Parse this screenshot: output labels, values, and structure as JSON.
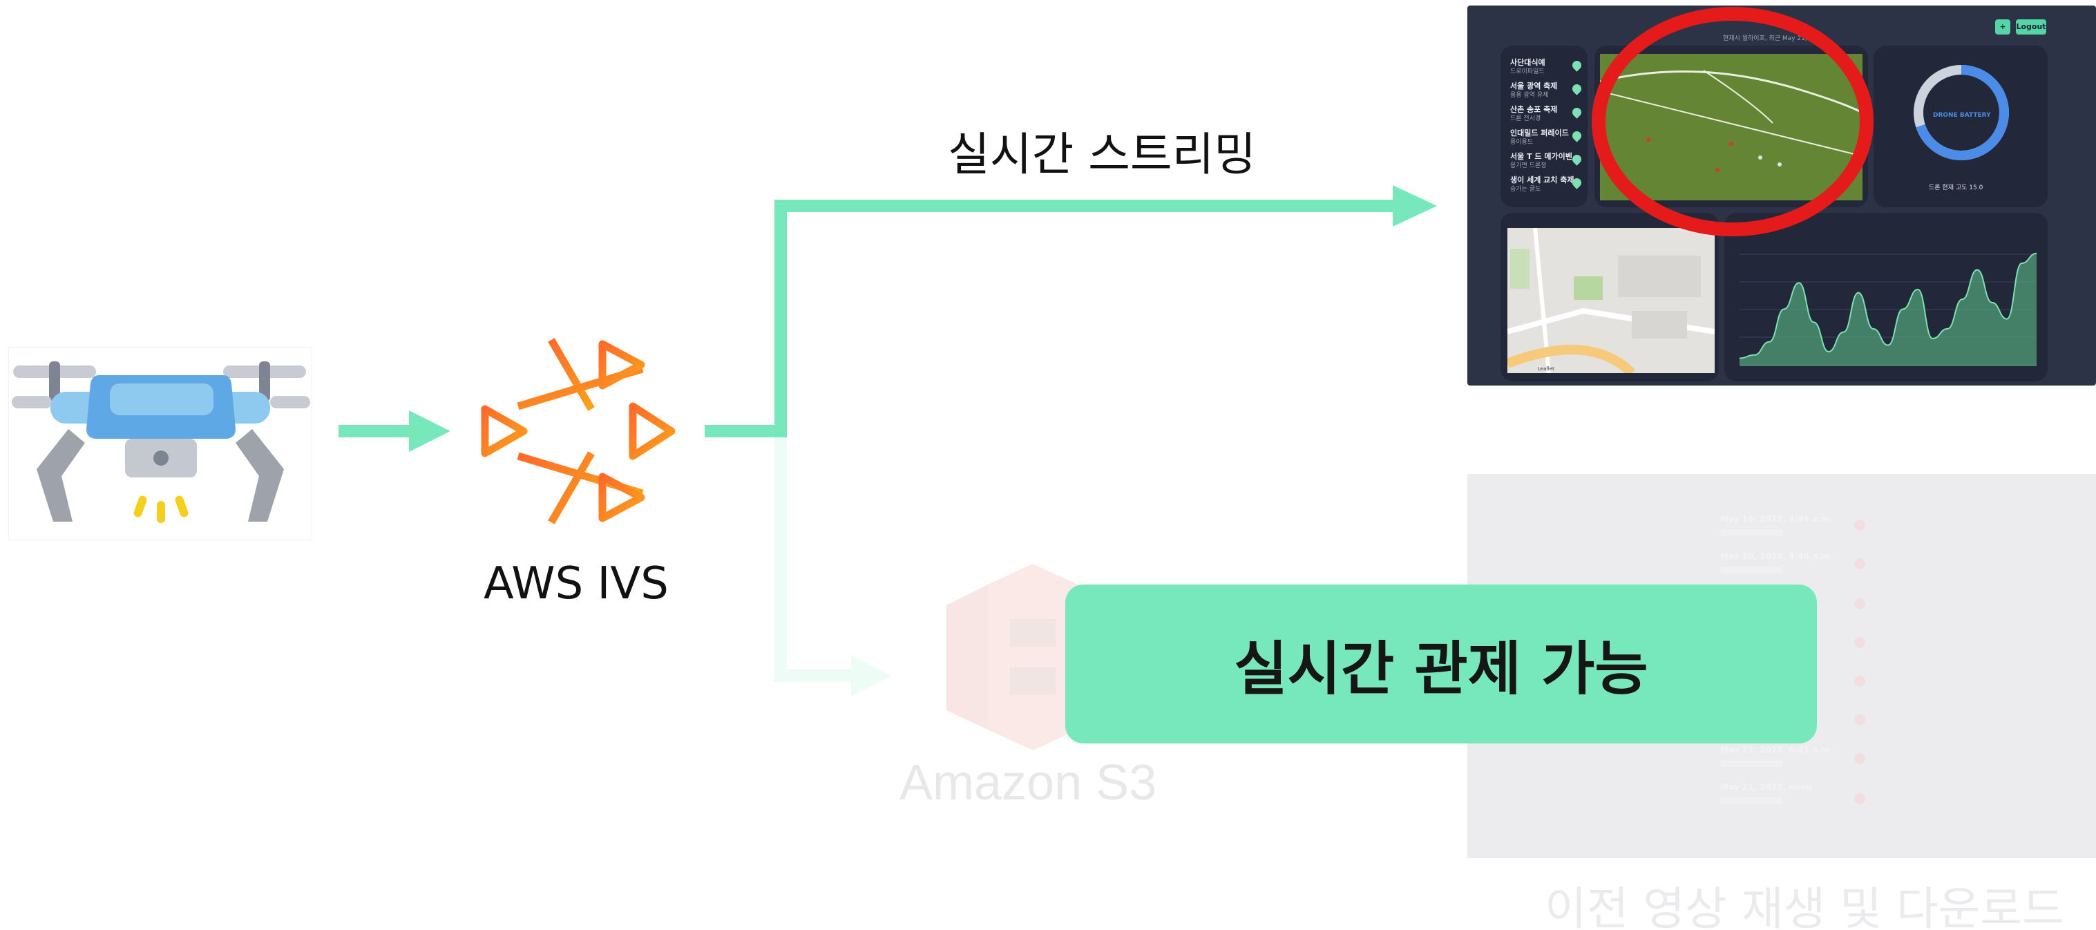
{
  "nodes": {
    "drone": {
      "icon": "drone-icon"
    },
    "ivs": {
      "label": "AWS IVS",
      "icon": "aws-ivs-icon"
    },
    "s3": {
      "label": "Amazon S3",
      "icon": "amazon-s3-icon"
    }
  },
  "edges": {
    "streaming": {
      "label": "실시간 스트리밍"
    }
  },
  "callout": {
    "text": "실시간 관제 가능"
  },
  "dashboard": {
    "logout_label": "Logout",
    "add_label": "+",
    "header_text": "현재시 월하이프, 최근 May 21, 2...",
    "drone_list": [
      {
        "title": "사단대식예",
        "sub": "드로이파일드"
      },
      {
        "title": "서울 광역 축제",
        "sub": "용용 광역 유체"
      },
      {
        "title": "산촌 송포 축제",
        "sub": "드론 전시경"
      },
      {
        "title": "인대밀드 퍼레이드",
        "sub": "용이용드"
      },
      {
        "title": "서울 T 드 메가이벤",
        "sub": "용가면 드론정"
      },
      {
        "title": "생이 세계 교치 축제",
        "sub": "승가는 굴도"
      }
    ],
    "battery_label": "DRONE BATTERY",
    "battery_level_percent": 70,
    "battery_stat": "드론 현재 고도 15.0",
    "map_attribution": "Leaflet",
    "chart_values": [
      4,
      6,
      14,
      34,
      50,
      26,
      8,
      20,
      44,
      22,
      12,
      34,
      46,
      16,
      22,
      40,
      58,
      38,
      28,
      62,
      68
    ]
  },
  "archive": {
    "caption": "이전 영상 재생 및 다운로드",
    "entries": [
      "May 18, 2023, 4:46 a.m.",
      "May 20, 2023, 4:46 a.m.",
      "",
      "",
      "",
      "",
      "May 21, 2023, 6:41 a.m.",
      "May 21, 2023, noon"
    ]
  },
  "colors": {
    "arrow": "#77e8bb",
    "callout": "#77e8bb",
    "highlight_ring": "#e51b1b",
    "dashboard_bg": "#2c3347",
    "ivs_orange": "#f7931e"
  }
}
